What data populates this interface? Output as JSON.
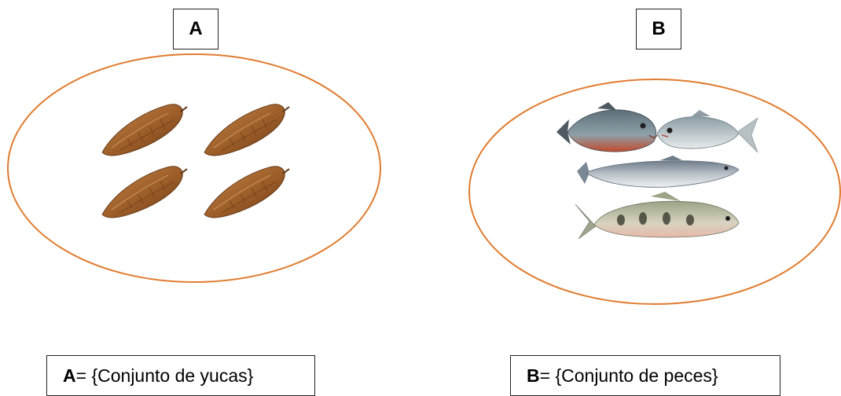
{
  "set_a": {
    "label": "A",
    "caption_name": "A",
    "caption_rest": "= {Conjunto de yucas}",
    "item_count": 4,
    "item_icon": "cassava-icon"
  },
  "set_b": {
    "label": "B",
    "caption_name": "B",
    "caption_rest": "= {Conjunto de peces}",
    "item_count": 4,
    "item_icon": "fish-icon"
  },
  "colors": {
    "ellipse_stroke": "#e07b2e",
    "cassava_skin": "#a0602a",
    "fish_body": "#7a8e96"
  }
}
